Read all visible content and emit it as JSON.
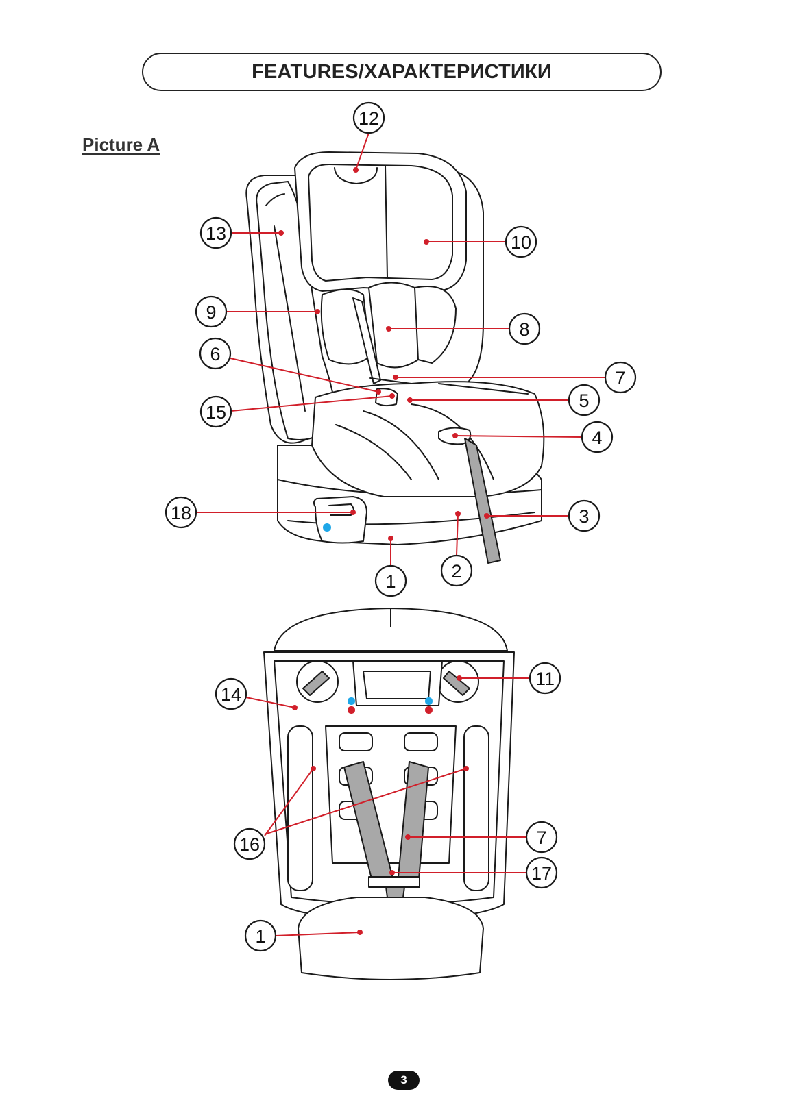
{
  "title": "FEATURES/ХАРАКТЕРИСТИКИ",
  "picture_label": "Picture A",
  "page_number": "3",
  "colors": {
    "leader": "#d11f2a",
    "indicator_blue": "#1ea7e8",
    "indicator_red": "#d11f2a",
    "belt_grey": "#a8a8a8"
  },
  "callouts_side": [
    "12",
    "13",
    "10",
    "9",
    "8",
    "6",
    "7",
    "15",
    "5",
    "4",
    "18",
    "3",
    "2",
    "1"
  ],
  "callouts_back": [
    "11",
    "14",
    "16",
    "7",
    "17",
    "1"
  ]
}
